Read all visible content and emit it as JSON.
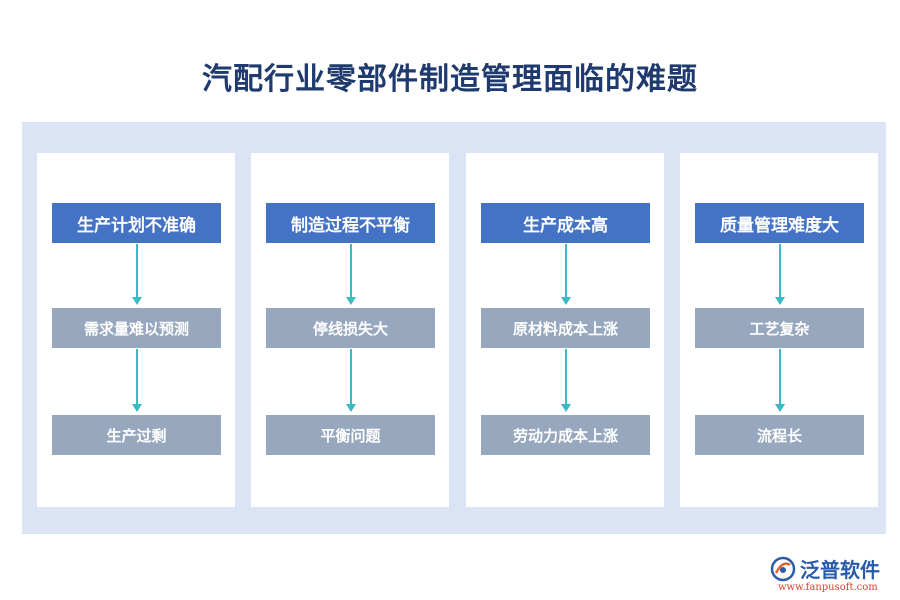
{
  "title": "汽配行业零部件制造管理面临的难题",
  "columns": [
    {
      "head": "生产计划不准确",
      "mid": "需求量难以预测",
      "low": "生产过剩"
    },
    {
      "head": "制造过程不平衡",
      "mid": "停线损失大",
      "low": "平衡问题"
    },
    {
      "head": "生产成本高",
      "mid": "原材料成本上涨",
      "low": "劳动力成本上涨"
    },
    {
      "head": "质量管理难度大",
      "mid": "工艺复杂",
      "low": "流程长"
    }
  ],
  "logo": {
    "name": "泛普软件",
    "url": "www.fanpusoft.com",
    "icon": "fanpu-logo-icon"
  },
  "colors": {
    "title": "#1f3a6e",
    "head_box": "#4472c4",
    "sub_box": "#97a7be",
    "connector": "#3cb9c4",
    "panel": "#dbe4f4"
  }
}
